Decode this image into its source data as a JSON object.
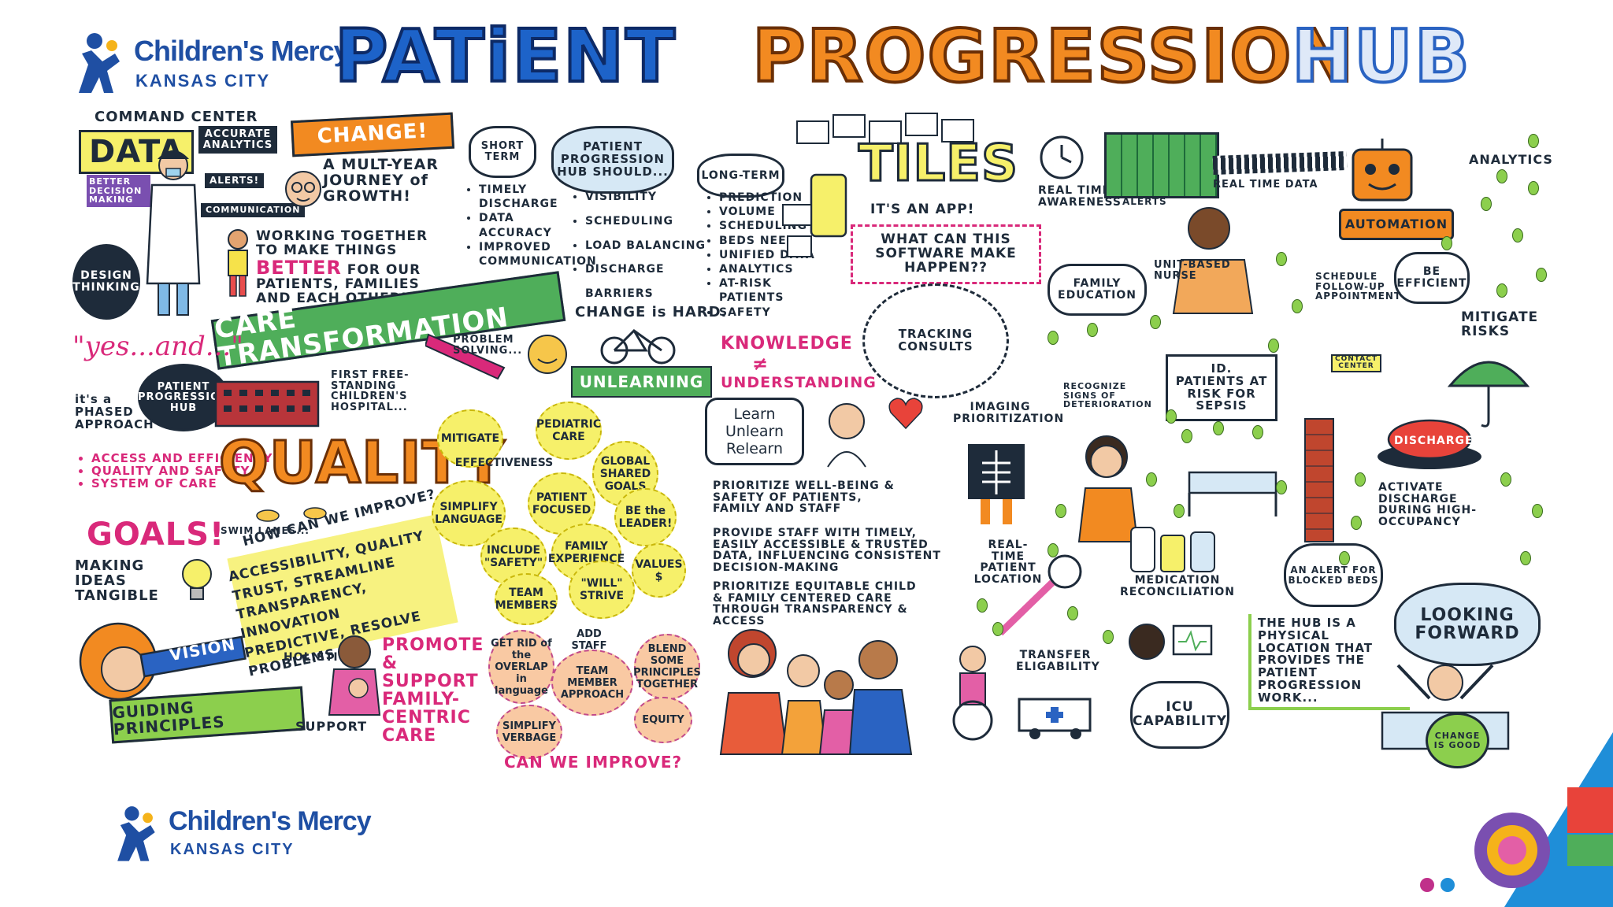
{
  "colors": {
    "brand_blue": "#1f4fa3",
    "title_blue": "#1d63c9",
    "title_orange": "#f28a21",
    "ink": "#1e2b3a",
    "pink": "#d9297a",
    "green": "#8ccf4d",
    "yellow": "#f6f06a"
  },
  "logo": {
    "name": "Children's Mercy",
    "sub": "KANSAS CITY",
    "icon": "childrens-mercy-figure-icon"
  },
  "title": {
    "word1": "PATiENT",
    "word2": "PROGRESSION",
    "word3": "HUB"
  },
  "left": {
    "command_center": "COMMAND CENTER",
    "data": "DATA",
    "accurate_analytics": "ACCURATE ANALYTICS",
    "better_decision": "BETTER DECISION MAKING",
    "alerts": "ALERTS!",
    "communication": "COMMUNICATION",
    "change": "CHANGE!",
    "journey": "A MULT-YEAR JOURNEY of GROWTH!",
    "design_thinking": "DESIGN THINKING",
    "working_pre": "WORKING TOGETHER to MAKE THINGS",
    "better": "BETTER",
    "working_post": "FOR OUR PATIENTS, FAMILIES and EACH OTHER!!!",
    "care_transformation": "CARE TRANSFORMATION",
    "yes_and": "\"yes...and...\"",
    "pph": "PATIENT PROGRESSION HUB",
    "phased": "it's a PHASED APPROACH",
    "phased_items": [
      "ACCESS and EFFICIENCY",
      "QUALITY and SAFETY",
      "SYSTEM of CARE"
    ],
    "first_hospital": "FIRST FREE-STANDING CHILDREN'S HOSPITAL...",
    "quality": "QUALITY",
    "swim_lanes": "SWIM LANES...",
    "goals": "GOALS!",
    "ideas": "MAKING IDEAS TANGIBLE",
    "how_improve": "HOW CAN WE IMPROVE?",
    "improve_lines": [
      "ACCESSIBILITY, QUALITY",
      "TRUST, STREAMLINE",
      "TRANSPARENCY, INNOVATION",
      "PREDICTIVE, RESOLVE PROBLEMS"
    ],
    "vision": "VISION",
    "guiding": "GUIDING PRINCIPLES",
    "holistic": "HOLISTIC",
    "support": "SUPPORT",
    "promote": "PROMOTE & SUPPORT FAMILY-CENTRIC CARE"
  },
  "middle": {
    "short_term": "SHORT TERM",
    "pph_should": "PATIENT PROGRESSION HUB SHOULD...",
    "short_items": [
      "TIMELY DISCHARGE",
      "DATA ACCURACY",
      "IMPROVED COMMUNICATION"
    ],
    "should_items": [
      "VISIBILITY",
      "SCHEDULING",
      "LOAD BALANCING",
      "DISCHARGE BARRIERS"
    ],
    "long_term": "LONG-TERM",
    "long_items": [
      "PREDICTION",
      "VOLUME",
      "SCHEDULING",
      "BEDS NEEDS",
      "UNIFIED DATA",
      "ANALYTICS",
      "AT-RISK PATIENTS",
      "SAFETY"
    ],
    "problem": "PROBLEM SOLVING...",
    "change_hard": "CHANGE is HARD.",
    "unlearning": "UNLEARNING",
    "principles": [
      "MITIGATE",
      "PEDIATRIC CARE",
      "EFFECTIVENESS",
      "GLOBAL SHARED GOALS",
      "SIMPLIFY LANGUAGE",
      "PATIENT FOCUSED",
      "BE the LEADER!",
      "INCLUDE \"SAFETY\"",
      "FAMILY EXPERIENCE",
      "VALUES $",
      "TEAM MEMBERS",
      "\"WILL\" STRIVE"
    ],
    "improve_bubbles": [
      "GET RID of the OVERLAP in language",
      "ADD STAFF",
      "TEAM MEMBER APPROACH",
      "BLEND SOME PRINCIPLES TOGETHER",
      "SIMPLIFY VERBAGE",
      "EQUITY"
    ],
    "can_improve": "CAN WE iMPROVE?",
    "knowledge": "KNOWLEDGE",
    "not_equal": "≠",
    "understanding": "UNDERSTANDING",
    "learn": "Learn Unlearn Relearn",
    "prioritize_wellbeing": "PRIORITIZE WELL-BEING & SAFETY OF PATIENTS, FAMILY and STAFF",
    "provide_staff": "PROVIDE STAFF WITH TIMELY, EASILY ACCESSIBLE & TRUSTED DATA, INFLUENCING CONSISTENT DECISION-MAKING",
    "prioritize_equitable": "PRIORITIZE EQUITABLE CHILD & FAMILY CENTERED CARE THROUGH TRANSPARENCY & ACCESS"
  },
  "right": {
    "tiles": "TiLES",
    "its_an_app": "IT'S AN APP!",
    "what_can": "WHAT CAN THIS SOFTWARE MAKE HAPPEN??",
    "real_time_awareness": "REAL TIME AWARENESS",
    "alerts": "ALERTS",
    "real_time_data": "REAL TIME DATA",
    "analytics": "ANALYTICS",
    "automation": "AUTOMATION",
    "tracking": "TRACKING CONSULTS",
    "family_education": "FAMILY EDUCATION",
    "unit_nurse": "UNIT-BASED NURSE",
    "schedule": "SCHEDULE FOLLOW-UP APPOINTMENT",
    "contact_center": "CONTACT CENTER",
    "be_efficient": "BE EFFICIENT",
    "mitigate_risks": "MITIGATE RISKS",
    "imaging": "IMAGING PRIORITIZATION",
    "recognize": "RECOGNIZE SIGNS of DETERIORATION",
    "sepsis": "ID. PATIENTS AT RISK for SEPSIS",
    "discharge": "DISCHARGE",
    "activate": "ACTIVATE DISCHARGE DURING HIGH-OCCUPANCY",
    "realtime_location": "REAL-TIME PATIENT LOCATION",
    "medication": "MEDICATION RECONCILIATION",
    "alert_blocked": "AN ALERT FOR BLOCKED BEDS",
    "transfer": "TRANSFER ELIGABILITY",
    "icu": "ICU CAPABILITY",
    "hub_is": "THE HUB is a PHYSICAL LOCATION that PROVIDES the PATIENT PROGRESSION WORK...",
    "looking_forward": "LOOKING FORWARD",
    "change_good": "CHANGE is GOOD"
  }
}
